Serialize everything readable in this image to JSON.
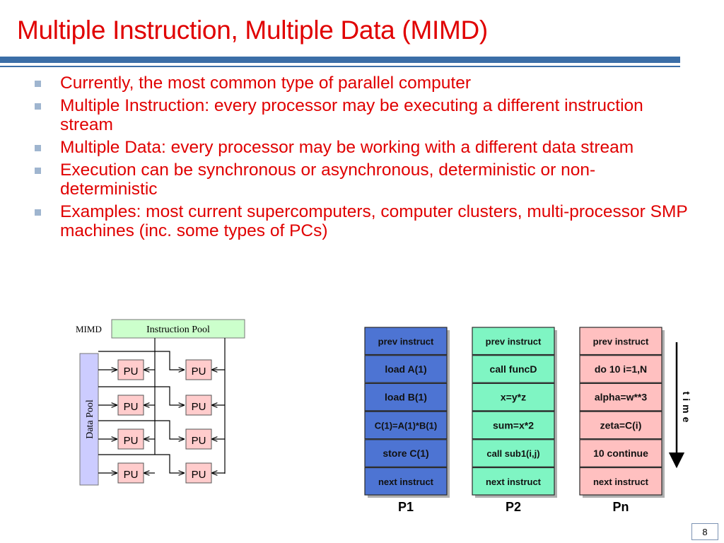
{
  "slide": {
    "title": "Multiple Instruction, Multiple Data (MIMD)",
    "bullets": [
      "Currently, the most common type of parallel computer",
      "Multiple Instruction: every processor may be executing a different instruction stream",
      "Multiple Data: every processor may be working with a different data stream",
      "Execution can be synchronous or asynchronous, deterministic or non-deterministic",
      "Examples: most current supercomputers,  computer clusters, multi-processor SMP machines (inc. some types of PCs)"
    ],
    "page_number": "8"
  },
  "mimd_diagram": {
    "label": "MIMD",
    "instruction_pool": "Instruction Pool",
    "data_pool": "Data Pool",
    "pu_label": "PU"
  },
  "processors": [
    {
      "name": "P1",
      "color": "#4d74d3",
      "steps": [
        "prev instruct",
        "load A(1)",
        "load B(1)",
        "C(1)=A(1)*B(1)",
        "store C(1)",
        "next instruct"
      ]
    },
    {
      "name": "P2",
      "color": "#7ff5c3",
      "steps": [
        "prev instruct",
        "call funcD",
        "x=y*z",
        "sum=x*2",
        "call sub1(i,j)",
        "next instruct"
      ]
    },
    {
      "name": "Pn",
      "color": "#ffc0c0",
      "steps": [
        "prev instruct",
        "do 10 i=1,N",
        "alpha=w**3",
        "zeta=C(i)",
        "10 continue",
        "next instruct"
      ]
    }
  ],
  "time_label": "time",
  "colors": {
    "title": "#e00000",
    "rule": "#3b6ea7",
    "pu_fill": "#ffcccc",
    "data_pool_fill": "#ccccff",
    "instruction_pool_fill": "#ccffcc"
  }
}
